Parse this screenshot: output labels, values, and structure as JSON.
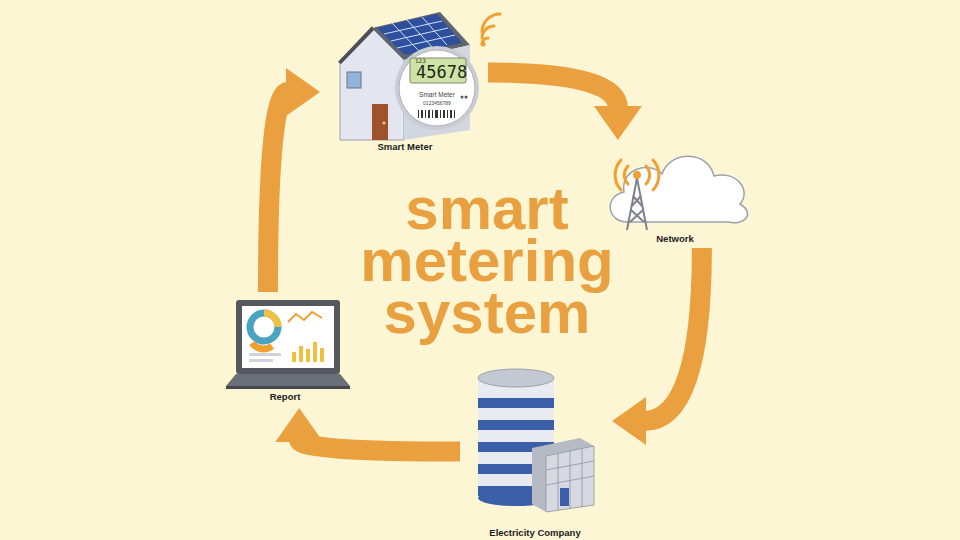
{
  "diagram": {
    "title": "smart metering system",
    "nodes": [
      {
        "text": [
          "Smart Meter"
        ]
      },
      {
        "text": [
          "Network"
        ]
      },
      {
        "text": [
          "Electricity Company"
        ]
      },
      {
        "text": [
          "Report"
        ]
      }
    ],
    "edges": [
      {
        "from": 0,
        "to": 1,
        "arrow": "to"
      },
      {
        "from": 1,
        "to": 2,
        "arrow": "to"
      },
      {
        "from": 2,
        "to": 3,
        "arrow": "to"
      },
      {
        "from": 3,
        "to": 0,
        "arrow": "to"
      }
    ],
    "labels": [
      "123",
      "45678",
      "Smart Meter",
      "0123456789"
    ]
  }
}
